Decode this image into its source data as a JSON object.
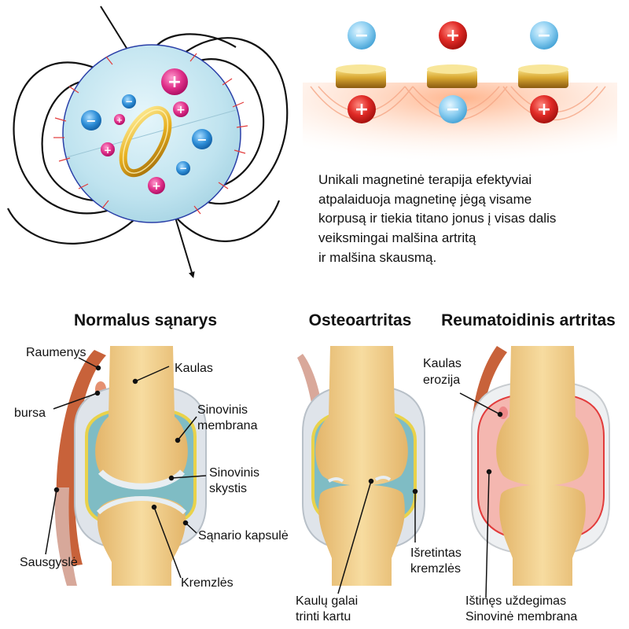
{
  "description_lines": [
    "Unikali magnetinė terapija efektyviai",
    "atpalaiduoja magnetinę jėgą visame",
    "korpusą ir tiekia titano jonus į visas dalis",
    "veiksmingai malšina artritą",
    "ir malšina skausmą."
  ],
  "polarity_top": [
    "−",
    "+",
    "−"
  ],
  "polarity_bottom": [
    "+",
    "−",
    "+"
  ],
  "titles": {
    "normal": "Normalus sąnarys",
    "osteo": "Osteoartritas",
    "rheum": "Reumatoidinis artritas"
  },
  "normal_labels": {
    "raumenys": "Raumenys",
    "kaulas": "Kaulas",
    "bursa": "bursa",
    "sinovinis_membrana_1": "Sinovinis",
    "sinovinis_membrana_2": "membrana",
    "sinovinis_skystis_1": "Sinovinis",
    "sinovinis_skystis_2": "skystis",
    "sanario_kapsule": "Sąnario kapsulė",
    "sausgysle": "Sausgyslė",
    "kremzles": "Kremzlės"
  },
  "osteo_labels": {
    "isretintas_1": "Išretintas",
    "isretintas_2": "kremzlės",
    "kaulu_galai_1": "Kaulų galai",
    "kaulu_galai_2": "trinti kartu"
  },
  "rheum_labels": {
    "kaulas_erozija_1": "Kaulas",
    "kaulas_erozija_2": "erozija",
    "istines_1": "Ištinęs uždegimas",
    "istines_2": "Sinovinė membrana"
  },
  "colors": {
    "sphere": "#bfe3ef",
    "ring_gold": "#e8b020",
    "ion_positive": "#e0308a",
    "ion_negative": "#2f8fd8",
    "bone": "#f0cf8a",
    "synovial_fluid": "#7fbcc4",
    "muscle": "#c8623a",
    "inflamed": "#f4b7b0"
  }
}
